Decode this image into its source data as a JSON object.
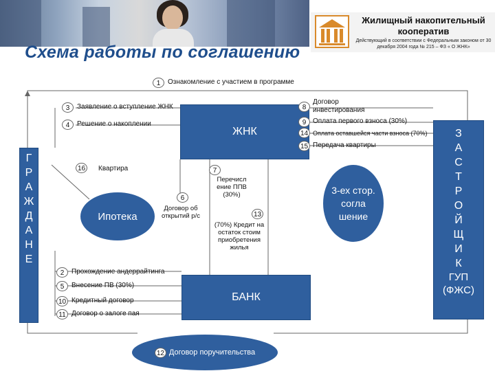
{
  "header": {
    "logo_title": "Жилищный накопительный кооператив",
    "logo_subtitle": "Действующий в соответствии с Федеральным законом от 30 декабря 2004 года № 215 – ФЗ « О ЖНК»",
    "slide_title": "Схема работы по соглашению"
  },
  "entities": {
    "citizens": [
      "Г",
      "Р",
      "А",
      "Ж",
      "Д",
      "А",
      "Н",
      "Е"
    ],
    "gup": [
      "З",
      "А",
      "С",
      "Т",
      "Р",
      "О",
      "Й",
      "Щ",
      "И",
      "К"
    ],
    "gup_tail": "ГУП (ФЖС)",
    "zhnk": "ЖНК",
    "bank": "БАНК",
    "ipoteka": "Ипотека",
    "agreement": "3-ех стор. согла шение",
    "guarantee": "Договор поручительства"
  },
  "steps": [
    {
      "num": "1",
      "text": "Ознакомление с участием в программе"
    },
    {
      "num": "3",
      "text": "Заявление о вступление ЖНК"
    },
    {
      "num": "4",
      "text": "Решение о накоплении"
    },
    {
      "num": "8",
      "text": "Договор инвестирования"
    },
    {
      "num": "9",
      "text": "Оплата первого взноса (30%)"
    },
    {
      "num": "14",
      "text": "Оплата оставшейся части взноса (70%)"
    },
    {
      "num": "15",
      "text": "Передача квартиры"
    },
    {
      "num": "16",
      "text": "Квартира"
    },
    {
      "num": "7",
      "text": "Перечисл ение ППВ (30%)"
    },
    {
      "num": "6",
      "text": "Договор об открытий р/с"
    },
    {
      "num": "13",
      "text": "(70%) Кредит на остаток стоим приобретения жилья"
    },
    {
      "num": "2",
      "text": "Прохождение андеррайтинга"
    },
    {
      "num": "5",
      "text": "Внесение ПВ (30%)"
    },
    {
      "num": "10",
      "text": "Кредитный договор"
    },
    {
      "num": "11",
      "text": "Договор о залоге пая"
    },
    {
      "num": "12",
      "text": "Договор поручительства"
    }
  ],
  "colors": {
    "box": "#2f5f9e",
    "title": "#1f4e8c",
    "line": "#666666"
  }
}
